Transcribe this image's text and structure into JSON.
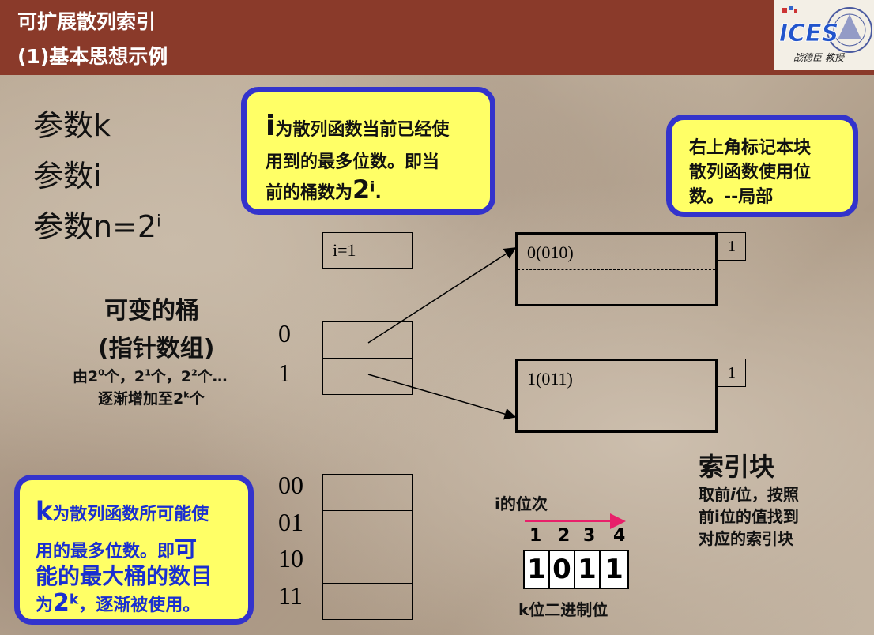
{
  "header": {
    "title": "可扩展散列索引",
    "subtitle": "(1)基本思想示例",
    "logo_text": "ICES",
    "logo_caption": "战德臣 教授"
  },
  "params": {
    "k": "参数k",
    "i": "参数i",
    "n_prefix": "参数n=2",
    "n_sup": "i"
  },
  "callout_i": {
    "lead": "i",
    "line1": "为散列函数当前已经使",
    "line2": "用到的最多位数。即当",
    "line3": "前的桶数为",
    "big": "2",
    "sup": "i",
    "end": "."
  },
  "callout_local": {
    "line1": "右上角标记本块",
    "line2": "散列函数使用位",
    "line3": "数。--局部"
  },
  "callout_k": {
    "lead": "k",
    "line1": "为散列函数所可能使",
    "line2a": "用的最多位数。即",
    "line2b": "可",
    "line3": "能的最大桶的数目",
    "line4a": "为",
    "big": "2",
    "sup": "k",
    "line4b": "，逐渐被使用。"
  },
  "bucket_label": {
    "line1": "可变的桶",
    "line2": "(指针数组)",
    "line3_a": "由2",
    "line3_sup1": "0",
    "line3_b": "个，2",
    "line3_sup2": "1",
    "line3_c": "个，2",
    "line3_sup3": "2",
    "line3_d": "个…",
    "line4_a": "逐渐增加至2",
    "line4_sup": "k",
    "line4_b": "个"
  },
  "i_box": "i=1",
  "pointer_indices": [
    "0",
    "1"
  ],
  "blocks": [
    {
      "content": "0(010)",
      "local_depth": "1"
    },
    {
      "content": "1(011)",
      "local_depth": "1"
    }
  ],
  "index_block": {
    "title": "索引块",
    "line1a": "取前",
    "line1i": "i",
    "line1b": "位，按照",
    "line2": "前i位的值找到",
    "line3": "对应的索引块"
  },
  "full_array_indices": [
    "00",
    "01",
    "10",
    "11"
  ],
  "bit_order": {
    "label": "i的位次",
    "positions": [
      "1",
      "2",
      "3",
      "4"
    ],
    "bits": [
      "1",
      "0",
      "1",
      "1"
    ],
    "caption": "k位二进制位",
    "arrow_color": "#e8206a"
  }
}
